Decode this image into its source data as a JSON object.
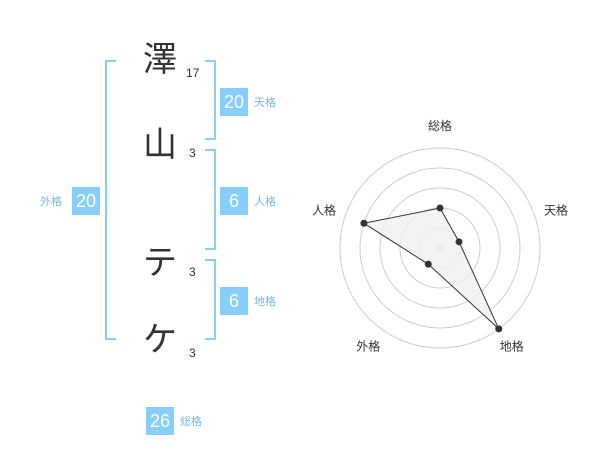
{
  "name": {
    "chars": [
      "澤",
      "山",
      "テ",
      "ケ"
    ],
    "strokes": [
      "17",
      "3",
      "3",
      "3"
    ]
  },
  "kaku": {
    "tenkaku": {
      "label": "天格",
      "value": "20"
    },
    "jinkaku": {
      "label": "人格",
      "value": "6"
    },
    "chikaku": {
      "label": "地格",
      "value": "6"
    },
    "gaikaku": {
      "label": "外格",
      "value": "20"
    },
    "soukaku": {
      "label": "総格",
      "value": "26"
    }
  },
  "chart_data": {
    "type": "radar",
    "axes": [
      "総格",
      "天格",
      "地格",
      "外格",
      "人格"
    ],
    "values": [
      2,
      1,
      5,
      1,
      4
    ],
    "range": [
      0,
      5
    ],
    "grid": true,
    "colors": {
      "fill": "#f0f0f0",
      "stroke": "#333333",
      "point": "#333333",
      "grid": "#cccccc"
    }
  }
}
